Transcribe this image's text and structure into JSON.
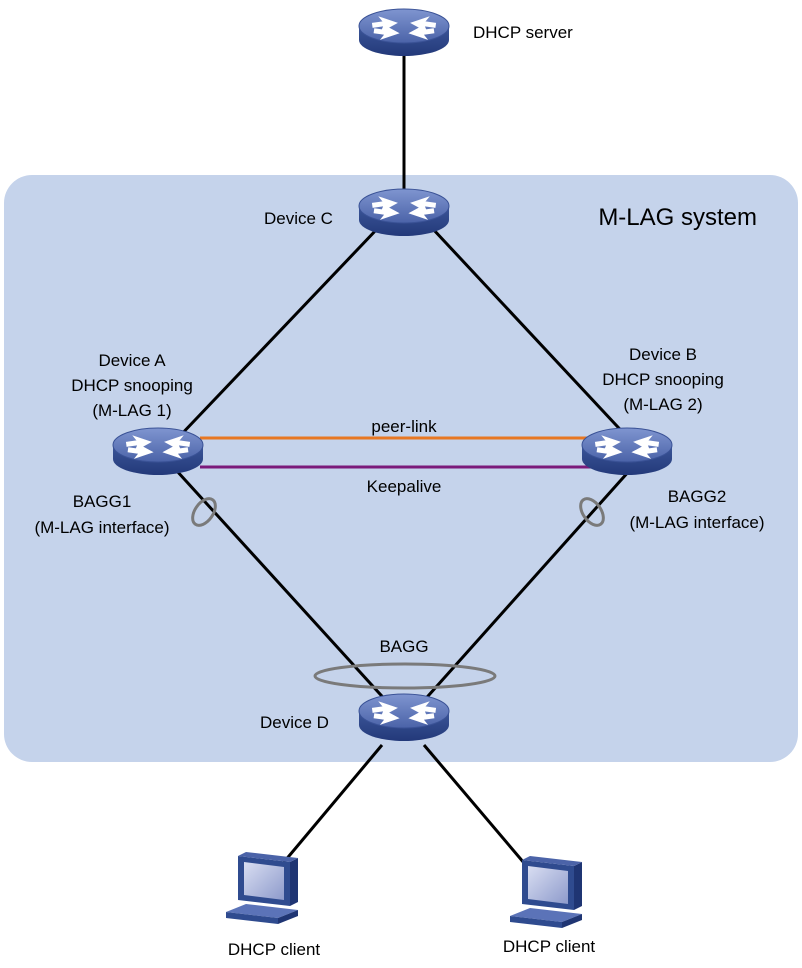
{
  "system_label": "M-LAG system",
  "devices": {
    "server": {
      "label": "DHCP server"
    },
    "c": {
      "label": "Device C"
    },
    "a": {
      "lines": [
        "Device A",
        "DHCP snooping",
        "(M-LAG 1)"
      ]
    },
    "b": {
      "lines": [
        "Device B",
        "DHCP snooping",
        "(M-LAG 2)"
      ]
    },
    "d": {
      "label": "Device D"
    }
  },
  "links": {
    "peer_link": {
      "label": "peer-link",
      "color": "#e87722"
    },
    "keepalive": {
      "label": "Keepalive",
      "color": "#7b1a7b"
    }
  },
  "aggregations": {
    "bagg1": {
      "lines": [
        "BAGG1",
        "(M-LAG interface)"
      ]
    },
    "bagg2": {
      "lines": [
        "BAGG2",
        "(M-LAG interface)"
      ]
    },
    "bagg": {
      "label": "BAGG"
    }
  },
  "clients": [
    {
      "label": "DHCP client"
    },
    {
      "label": "DHCP client"
    }
  ],
  "colors": {
    "system_area": "#c5d3eb",
    "device_top": "#5b73b8",
    "device_side": "#2f4b8f",
    "link": "#000000",
    "agg_ellipse": "#7a7a7a"
  },
  "icons": {
    "device": "switch-icon",
    "client": "pc-icon"
  }
}
